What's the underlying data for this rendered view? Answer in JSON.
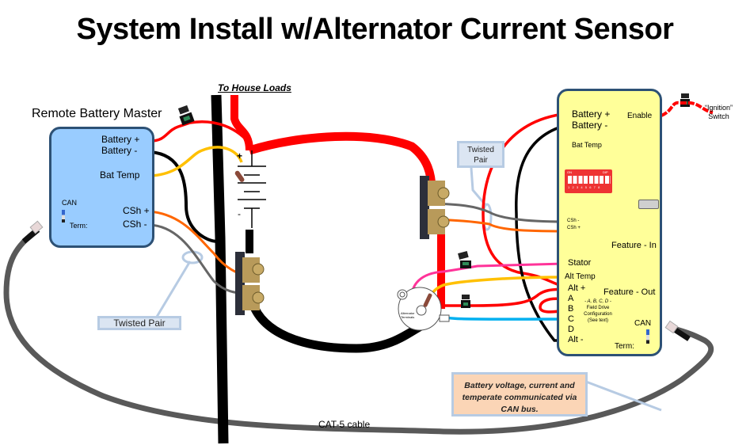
{
  "title": "System Install w/Alternator Current Sensor",
  "colors": {
    "remote_box_fill": "#99ccff",
    "regulator_box_fill": "#ffff99",
    "box_border": "#2d5175",
    "wire_positive": "#ff0000",
    "wire_negative": "#000000",
    "wire_temp": "#ffc000",
    "wire_shunt_plus": "#ff6600",
    "wire_shunt_minus": "#666666",
    "wire_stator": "#ff3399",
    "wire_field": "#00b0f0",
    "cat5_cable": "#595959"
  },
  "house_loads_label": "To House Loads",
  "remote_battery_master": {
    "name": "Remote Battery Master",
    "terminals": {
      "battery_plus": "Battery +",
      "battery_minus": "Battery -",
      "bat_temp": "Bat Temp",
      "csh_plus": "CSh +",
      "csh_minus": "CSh -"
    },
    "can_label": "CAN",
    "term_label": "Term:"
  },
  "regulator": {
    "terminals": {
      "battery_plus": "Battery +",
      "battery_minus": "Battery -",
      "enable": "Enable",
      "bat_temp": "Bat Temp",
      "csh_minus": "CSh -",
      "csh_plus": "CSh +",
      "feature_in": "Feature - In",
      "stator": "Stator",
      "alt_temp": "Alt Temp",
      "alt_plus": "Alt +",
      "feature_out": "Feature - Out",
      "a": "A",
      "b": "B",
      "c": "C",
      "d": "D",
      "alt_minus": "Alt -"
    },
    "field_drive_note": [
      "- A, B, C, D -",
      "Field Drive",
      "Configuration",
      "(See text)"
    ],
    "dip_switch": {
      "on_label": "ON",
      "dip_label": "DIP",
      "positions": [
        "1",
        "2",
        "3",
        "4",
        "5",
        "6",
        "7",
        "8"
      ]
    },
    "can_label": "CAN",
    "term_label": "Term:"
  },
  "ignition_switch_label": [
    "“Ignition”",
    "Switch"
  ],
  "callouts": {
    "twisted_pair_left": "Twisted Pair",
    "twisted_pair_right": [
      "Twisted",
      "Pair"
    ],
    "can_note": [
      "Battery voltage, current and",
      "temperate communicated via",
      "CAN bus."
    ]
  },
  "cat5_label": "CAT-5 cable",
  "battery_symbol": {
    "plus": "+",
    "minus": "-"
  },
  "alternator_label": [
    "Alternator",
    "Terminals"
  ]
}
